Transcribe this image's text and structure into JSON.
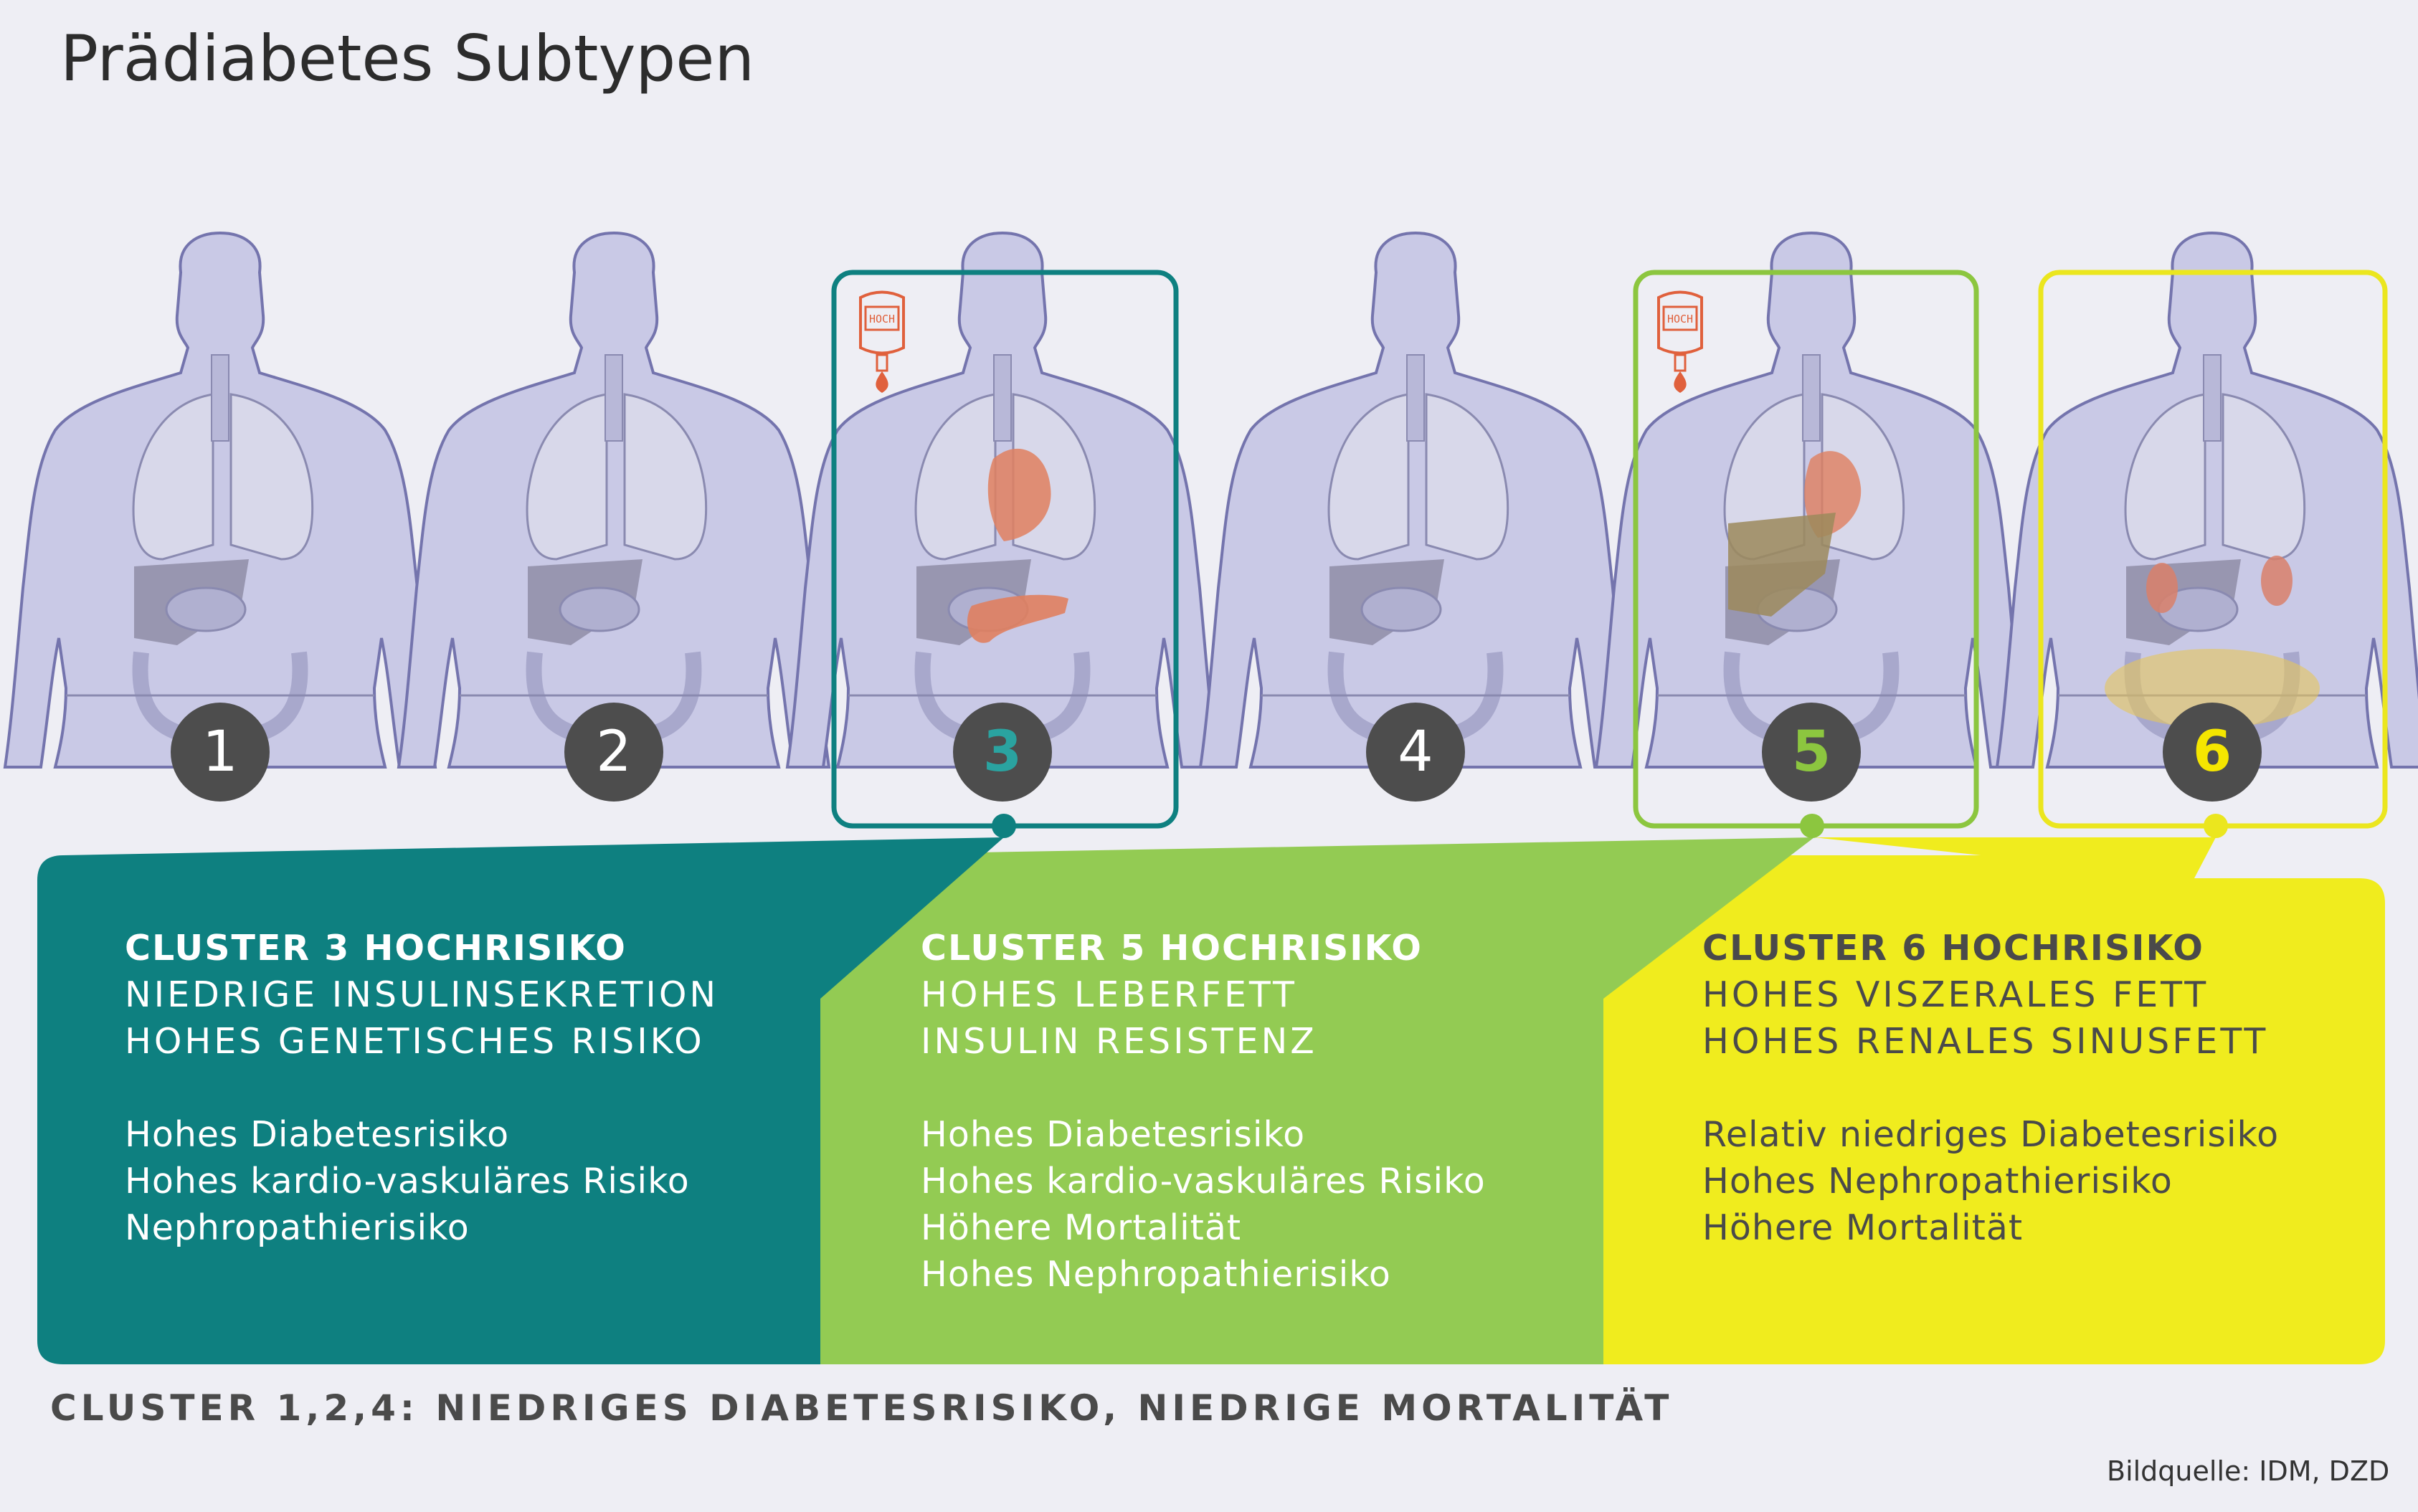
{
  "title": "Prädiabetes Subtypen",
  "figures": [
    {
      "number": "1"
    },
    {
      "number": "2"
    },
    {
      "number": "3",
      "highlight_color": "#0e8080",
      "number_color": "#2aa3a0",
      "badge": "HOCH"
    },
    {
      "number": "4"
    },
    {
      "number": "5",
      "highlight_color": "#8cc63f",
      "number_color": "#8cc63f",
      "badge": "HOCH"
    },
    {
      "number": "6",
      "highlight_color": "#ebe61e",
      "number_color": "#f5e600"
    }
  ],
  "panels": [
    {
      "color": "#0e8080",
      "heading": "CLUSTER 3 HOCHRISIKO",
      "characteristics": [
        "NIEDRIGE INSULINSEKRETION",
        "HOHES GENETISCHES RISIKO"
      ],
      "risks": [
        "Hohes Diabetesrisiko",
        "Hohes kardio-vaskuläres Risiko",
        "Nephropathierisiko"
      ]
    },
    {
      "color": "#93cb53",
      "heading": "CLUSTER 5 HOCHRISIKO",
      "characteristics": [
        "HOHES LEBERFETT",
        "INSULIN RESISTENZ"
      ],
      "risks": [
        "Hohes Diabetesrisiko",
        "Hohes kardio-vaskuläres Risiko",
        "Höhere Mortalität",
        "Hohes Nephropathierisiko"
      ]
    },
    {
      "color": "#f0ec1e",
      "heading": "CLUSTER 6 HOCHRISIKO",
      "characteristics": [
        "HOHES VISZERALES FETT",
        "HOHES RENALES SINUSFETT"
      ],
      "risks": [
        "Relativ niedriges Diabetesrisiko",
        "Hohes Nephropathierisiko",
        "Höhere Mortalität"
      ]
    }
  ],
  "footer": "CLUSTER 1,2,4: NIEDRIGES DIABETESRISIKO, NIEDRIGE MORTALITÄT",
  "source": "Bildquelle: IDM, DZD"
}
